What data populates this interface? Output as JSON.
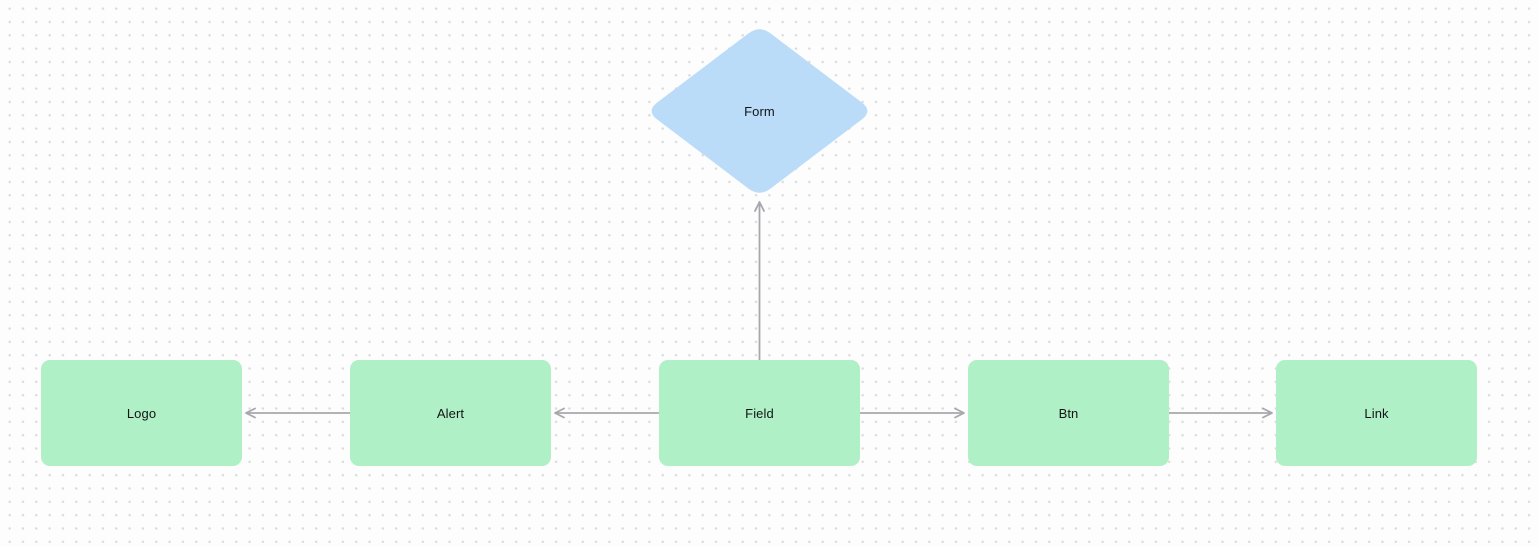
{
  "app": {
    "title": "Flow diagram canvas",
    "view": "node-editor"
  },
  "canvas": {
    "background_color": "#fdfdfd",
    "dot_grid_color": "#dcdcdc"
  },
  "nodes": {
    "form": {
      "label": "Form",
      "shape": "diamond",
      "fill": "#badcf9"
    },
    "logo": {
      "label": "Logo",
      "shape": "rectangle",
      "fill": "#aff0c7"
    },
    "alert": {
      "label": "Alert",
      "shape": "rectangle",
      "fill": "#aff0c7"
    },
    "field": {
      "label": "Field",
      "shape": "rectangle",
      "fill": "#aff0c7"
    },
    "btn": {
      "label": "Btn",
      "shape": "rectangle",
      "fill": "#aff0c7"
    },
    "link": {
      "label": "Link",
      "shape": "rectangle",
      "fill": "#aff0c7"
    }
  },
  "edges_style": {
    "color": "#a7a7ad",
    "arrowhead": "open-chevron"
  },
  "edges": [
    {
      "from": "field",
      "to": "form",
      "direction": "up"
    },
    {
      "from": "field",
      "to": "alert",
      "direction": "left"
    },
    {
      "from": "alert",
      "to": "logo",
      "direction": "left"
    },
    {
      "from": "field",
      "to": "btn",
      "direction": "right"
    },
    {
      "from": "btn",
      "to": "link",
      "direction": "right"
    }
  ]
}
